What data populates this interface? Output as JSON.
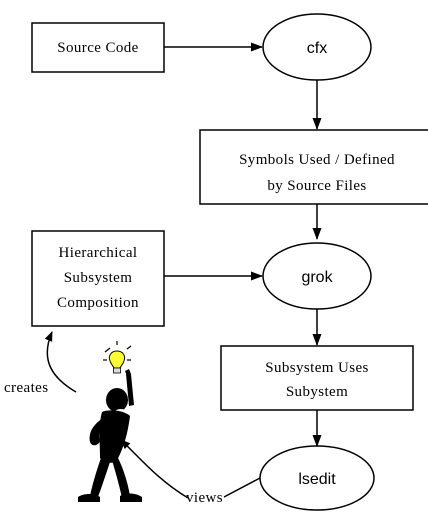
{
  "diagram": {
    "nodes": {
      "source_code": {
        "label": "Source Code",
        "shape": "rectangle"
      },
      "cfx": {
        "label": "cfx",
        "shape": "ellipse"
      },
      "symbols": {
        "lines": [
          "Symbols Used / Defined",
          "by Source Files"
        ],
        "shape": "rectangle"
      },
      "hierarchical": {
        "lines": [
          "Hierarchical",
          "Subsystem",
          "Composition"
        ],
        "shape": "rectangle"
      },
      "grok": {
        "label": "grok",
        "shape": "ellipse"
      },
      "subsystem_uses": {
        "lines": [
          "Subsystem Uses",
          "Subystem"
        ],
        "shape": "rectangle"
      },
      "lsedit": {
        "label": "lsedit",
        "shape": "ellipse"
      }
    },
    "labels": {
      "creates": "creates",
      "views": "views"
    },
    "edges": [
      {
        "from": "source_code",
        "to": "cfx"
      },
      {
        "from": "cfx",
        "to": "symbols"
      },
      {
        "from": "symbols",
        "to": "grok"
      },
      {
        "from": "hierarchical",
        "to": "grok"
      },
      {
        "from": "grok",
        "to": "subsystem_uses"
      },
      {
        "from": "subsystem_uses",
        "to": "lsedit"
      },
      {
        "from": "person",
        "to": "hierarchical",
        "label": "creates"
      },
      {
        "from": "lsedit",
        "to": "person",
        "label": "views"
      }
    ],
    "icons": [
      "person-figure-icon",
      "lightbulb-icon"
    ],
    "colors": {
      "stroke": "#000000",
      "background": "#ffffff",
      "bulb": "#ffff33"
    }
  }
}
